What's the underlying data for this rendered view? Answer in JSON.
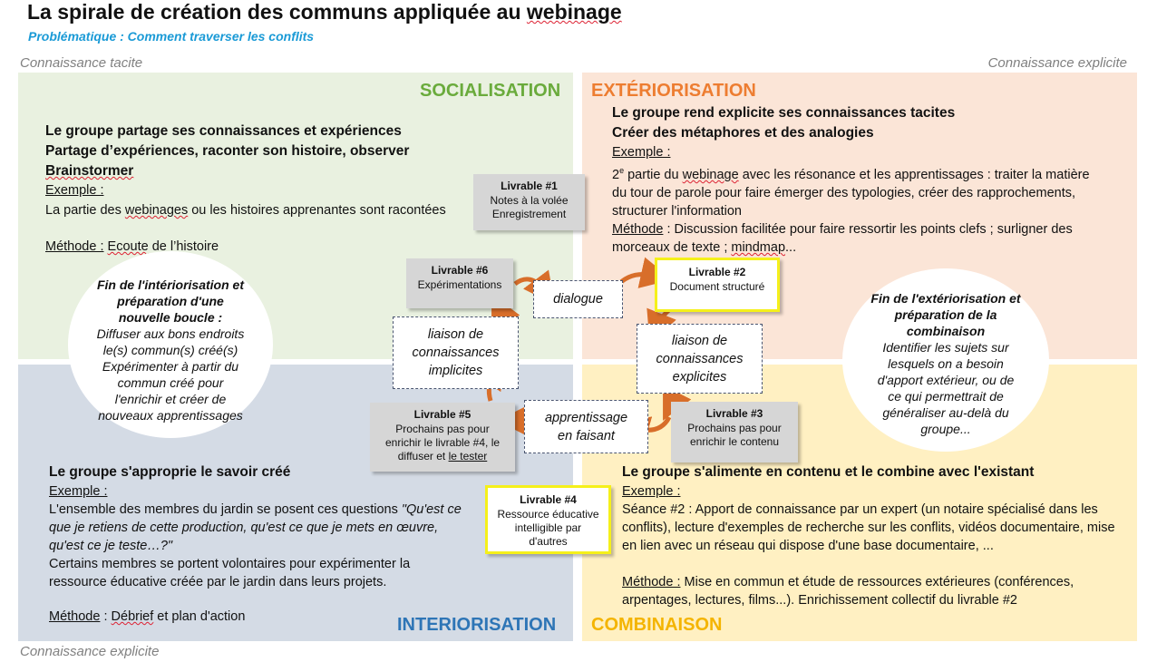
{
  "title_part1": "La spirale de création des communs appliquée au ",
  "title_part2": "webinage",
  "subtitle": "Problématique : Comment traverser les conflits",
  "corners": {
    "top_left": "Connaissance tacite",
    "top_right": "Connaissance explicite",
    "bottom_left": "Connaissance explicite"
  },
  "colors": {
    "socialisation_bg": "#e9f1e0",
    "socialisation_title": "#6aab3c",
    "exteriorisation_bg": "#fbe5d7",
    "exteriorisation_title": "#ed7d31",
    "interiorisation_bg": "#d4dbe5",
    "interiorisation_title": "#2e75b6",
    "combinaison_bg": "#fff0c2",
    "combinaison_title": "#f4b400",
    "arrow": "#d86e2a",
    "highlight": "#f5f01a"
  },
  "socialisation": {
    "title": "SOCIALISATION",
    "line1": "Le groupe partage ses connaissances et expériences",
    "line2": "Partage d’expériences, raconter son histoire, observer",
    "line3": "Brainstormer",
    "example_label": "Exemple :",
    "example_pre": "La partie des ",
    "example_word": "webinages",
    "example_post": " ou les histoires apprenantes sont racontées",
    "method_label": "Méthode :",
    "method_word": "Ecoute",
    "method_post": " de l’histoire"
  },
  "exteriorisation": {
    "title": "EXTÉRIORISATION",
    "line1": "Le groupe rend explicite ses connaissances tacites",
    "line2": "Créer des métaphores et des analogies",
    "example_label": "Exemple :",
    "example_l1_a": "2",
    "example_l1_sup": "e",
    "example_l1_b": " partie du ",
    "example_l1_word": "webinage",
    "example_l1_c": " avec les résonance et les apprentissages : traiter la matière",
    "example_l2": "du tour de parole pour faire émerger des typologies, créer des rapprochements,",
    "example_l3": "structurer l'information",
    "method_label": "Méthode",
    "method_l1": " : Discussion facilitée pour faire ressortir les points clefs ; surligner des",
    "method_l2_a": "morceaux de texte ; ",
    "method_l2_word": "mindmap",
    "method_l2_b": "..."
  },
  "interiorisation": {
    "title": "INTERIORISATION",
    "line1": "Le groupe  s'approprie le savoir créé",
    "example_label": "Exemple :",
    "ex_l1_a": "L'ensemble des membres du jardin se posent ces questions ",
    "ex_l1_b": "\"Qu'est ce",
    "ex_l2": "que je retiens de cette production, qu'est ce que je mets en œuvre,",
    "ex_l3": "qu'est ce je teste…?\"",
    "ex_l4": "Certains membres se portent volontaires pour expérimenter la",
    "ex_l5": "ressource éducative créée par le jardin dans leurs projets.",
    "method_label": "Méthode",
    "method_sep": " : ",
    "method_word": "Débrief",
    "method_post": " et plan d'action"
  },
  "combinaison": {
    "title": "COMBINAISON",
    "line1": "Le groupe s'alimente en contenu et le combine avec l'existant",
    "example_label": "Exemple :",
    "ex_l1": "Séance #2 : Apport de connaissance par un expert (un notaire spécialisé dans les",
    "ex_l2": "conflits), lecture d'exemples de recherche sur les conflits, vidéos documentaire, mise",
    "ex_l3": "en lien avec un réseau qui dispose d'une base documentaire, ...",
    "method_label": "Méthode :",
    "method_l1": " Mise en commun et étude de ressources extérieures (conférences,",
    "method_l2": "arpentages, lectures, films...). Enrichissement collectif du livrable #2"
  },
  "livrables": {
    "l1": {
      "title": "Livrable #1",
      "l1": "Notes à la volée",
      "l2": "Enregistrement"
    },
    "l2": {
      "title": "Livrable #2",
      "l1": "Document structuré"
    },
    "l3": {
      "title": "Livrable #3",
      "l1": "Prochains pas pour",
      "l2": "enrichir le contenu"
    },
    "l4": {
      "title": "Livrable #4",
      "l1": "Ressource éducative",
      "l2": "intelligible par",
      "l3": "d'autres"
    },
    "l5": {
      "title": "Livrable #5",
      "l1": "Prochains pas pour",
      "l2": "enrichir le livrable #4, le",
      "l3_a": "diffuser et  ",
      "l3_b": "le tester"
    },
    "l6": {
      "title": "Livrable #6",
      "l1": "Expérimentations"
    }
  },
  "transitions": {
    "dialogue": "dialogue",
    "liaison_implicites": [
      "liaison de",
      "connaissances",
      "implicites"
    ],
    "liaison_explicites": [
      "liaison de",
      "connaissances",
      "explicites"
    ],
    "apprentissage": [
      "apprentissage",
      "en faisant"
    ]
  },
  "ellipse_left": {
    "head": [
      "Fin de l'intériorisation et",
      "préparation d'une",
      "nouvelle boucle :"
    ],
    "body": [
      "Diffuser aux bons endroits",
      "le(s) commun(s) créé(s)",
      "Expérimenter à partir du",
      "commun créé pour",
      "l'enrichir et créer de",
      "nouveaux apprentissages"
    ]
  },
  "ellipse_right": {
    "head": [
      "Fin de l'extériorisation et",
      "préparation de la",
      "combinaison"
    ],
    "body": [
      "Identifier les sujets sur",
      "lesquels on a besoin",
      "d'apport extérieur, ou de",
      "ce qui permettrait de",
      "généraliser au-delà du",
      "groupe..."
    ]
  }
}
